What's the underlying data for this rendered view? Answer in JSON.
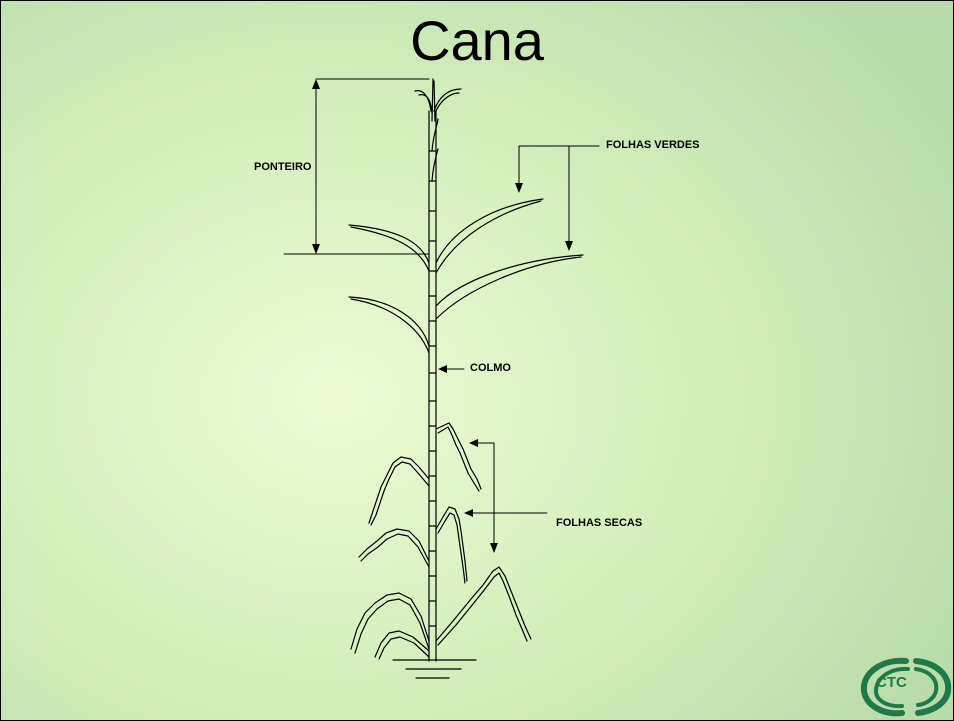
{
  "title": "Cana",
  "labels": {
    "ponteiro": "PONTEIRO",
    "folhas_verdes": "FOLHAS VERDES",
    "colmo": "COLMO",
    "folhas_secas": "FOLHAS SECAS"
  },
  "logo": {
    "text": "CTC",
    "color": "#1f7a4a"
  },
  "colors": {
    "background": "#d6f0bf",
    "lines": "#000000"
  }
}
